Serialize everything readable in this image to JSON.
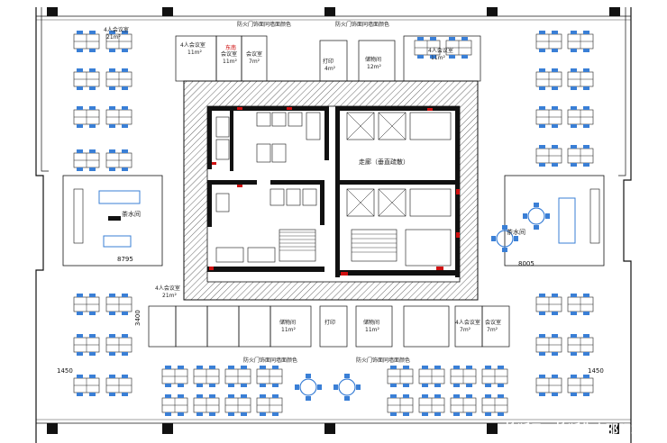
{
  "plan": {
    "labels": {
      "meeting_room_4_top": "4人会议室",
      "meeting_room_4_top_area": "21m²",
      "meeting_room_4_a": "4人会议室",
      "meeting_room_4_a_area": "11m²",
      "meeting_room_2_a": "会议室",
      "meeting_room_2_a_area": "11m²",
      "meeting_room_2_b": "会议室",
      "meeting_room_2_b_area": "7m²",
      "meeting_room_top_right": "4人会议室",
      "meeting_room_top_right_area": "11m²",
      "storage_top": "储物间",
      "storage_top_area": "12m²",
      "print_top": "打印",
      "print_top_area": "4m²",
      "fire_door_top_left": "防火门饰面同墙面颜色",
      "fire_door_top_right": "防火门饰面同墙面颜色",
      "tea_room_left": "茶水间",
      "tea_room_right": "茶水间",
      "corridor": "走廊（垂直疏散）",
      "meeting_room_mid_left": "4人会议室",
      "meeting_room_mid_left_area": "21m²",
      "storage_bottom_left": "储物间",
      "storage_bottom_left_area": "11m²",
      "print_bottom": "打印",
      "storage_bottom_right": "储物间",
      "storage_bottom_right_area": "11m²",
      "meeting_room_bottom_right": "4人会议室",
      "meeting_room_bottom_right_area": "7m²",
      "meeting_room_bottom_right2": "会议室",
      "meeting_room_bottom_right2_area": "7m²",
      "fire_door_bottom_left": "防火门饰面同墙面颜色",
      "fire_door_bottom_right": "防火门饰面同墙面颜色",
      "red_tag": "东南"
    },
    "dimensions": {
      "d_8795": "8795",
      "d_8005": "8005",
      "d_1450_left": "1450",
      "d_1450_right": "1450",
      "d_3400": "3400"
    },
    "watermark": "搜狐号@搜狐焦点邵阳站",
    "colors": {
      "wall": "#111111",
      "furniture": "#3a7fd6",
      "hatch": "#555555",
      "red": "#d01010"
    }
  }
}
